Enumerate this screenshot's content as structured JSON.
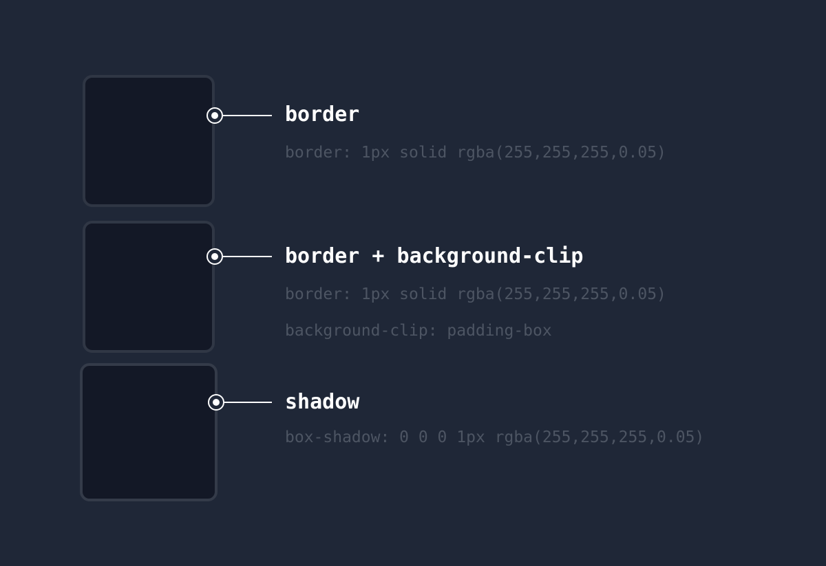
{
  "colors": {
    "background": "#1f2737",
    "box_fill": "#131826",
    "heading": "#ffffff",
    "code_text": "#4d5563"
  },
  "examples": [
    {
      "title": "border",
      "code": [
        "border: 1px solid rgba(255,255,255,0.05)"
      ]
    },
    {
      "title": "border + background-clip",
      "code": [
        "border: 1px solid rgba(255,255,255,0.05)",
        "background-clip: padding-box"
      ]
    },
    {
      "title": "shadow",
      "code": [
        "box-shadow: 0 0 0 1px rgba(255,255,255,0.05)"
      ]
    }
  ]
}
